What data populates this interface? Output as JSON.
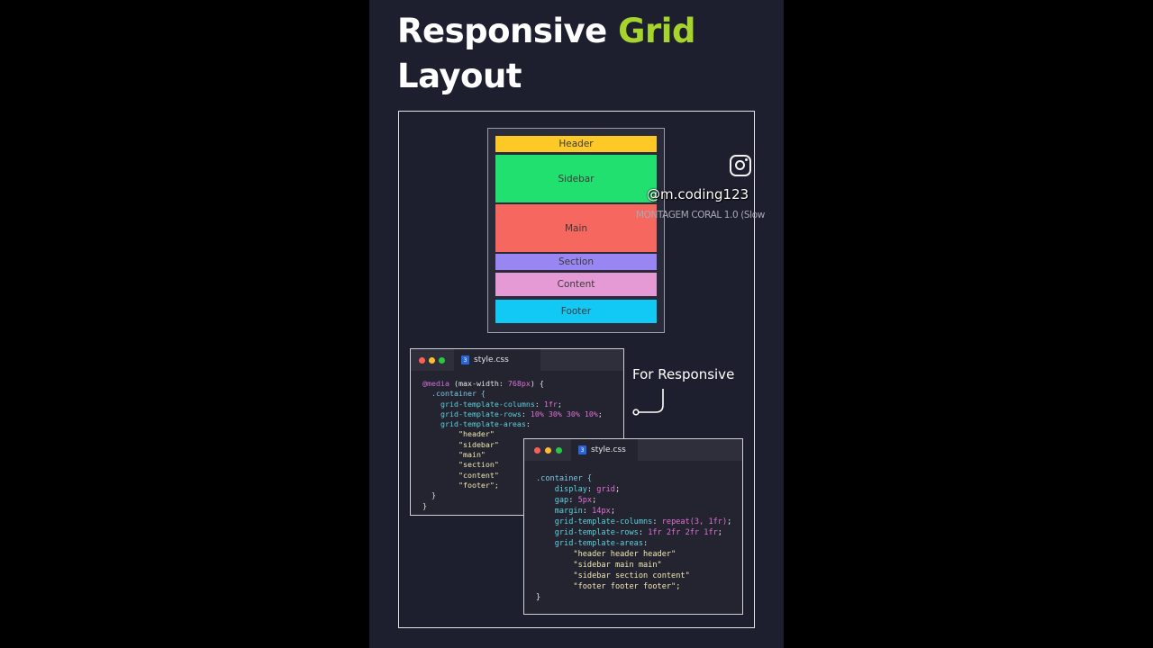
{
  "title": {
    "line1_prefix": "Responsive ",
    "line1_accent": "Grid",
    "line2": "Layout"
  },
  "colors": {
    "accent": "#a6d32c",
    "header": "#fcc926",
    "sidebar": "#22e070",
    "main": "#f6675f",
    "section": "#9a86f2",
    "content": "#e59ad6",
    "footer": "#12c8f5"
  },
  "grid_demo": {
    "areas": [
      "Header",
      "Sidebar",
      "Main",
      "Section",
      "Content",
      "Footer"
    ]
  },
  "watermark": {
    "icon": "instagram-icon",
    "handle": "@m.coding123",
    "music": "MONTAGEM CORAL 1.0 (Slow"
  },
  "responsive_label": "For Responsive",
  "window1": {
    "tab": "style.css",
    "lines": [
      [
        "@media",
        " (max-width: ",
        "768px",
        ") {"
      ],
      [
        "  .container {"
      ],
      [
        "    grid-template-columns",
        ": ",
        "1fr",
        ";"
      ],
      [
        "    grid-template-rows",
        ": ",
        "10% 30% 30% 10%",
        ";"
      ],
      [
        "    grid-template-areas",
        ":"
      ],
      [
        "        \"header\""
      ],
      [
        "        \"sidebar\""
      ],
      [
        "        \"main\""
      ],
      [
        "        \"section\""
      ],
      [
        "        \"content\""
      ],
      [
        "        \"footer\";"
      ],
      [
        "  }"
      ],
      [
        "}"
      ]
    ]
  },
  "window2": {
    "tab": "style.css",
    "lines": [
      [
        ".container {"
      ],
      [
        "    display",
        ": ",
        "grid",
        ";"
      ],
      [
        "    gap",
        ": ",
        "5px",
        ";"
      ],
      [
        "    margin",
        ": ",
        "14px",
        ";"
      ],
      [
        "    grid-template-columns",
        ": ",
        "repeat(3, 1fr)",
        ";"
      ],
      [
        "    grid-template-rows",
        ": ",
        "1fr 2fr 2fr 1fr",
        ";"
      ],
      [
        "    grid-template-areas",
        ":"
      ],
      [
        "        \"header header header\""
      ],
      [
        "        \"sidebar main main\""
      ],
      [
        "        \"sidebar section content\""
      ],
      [
        "        \"footer footer footer\";"
      ],
      [
        "}"
      ]
    ]
  }
}
